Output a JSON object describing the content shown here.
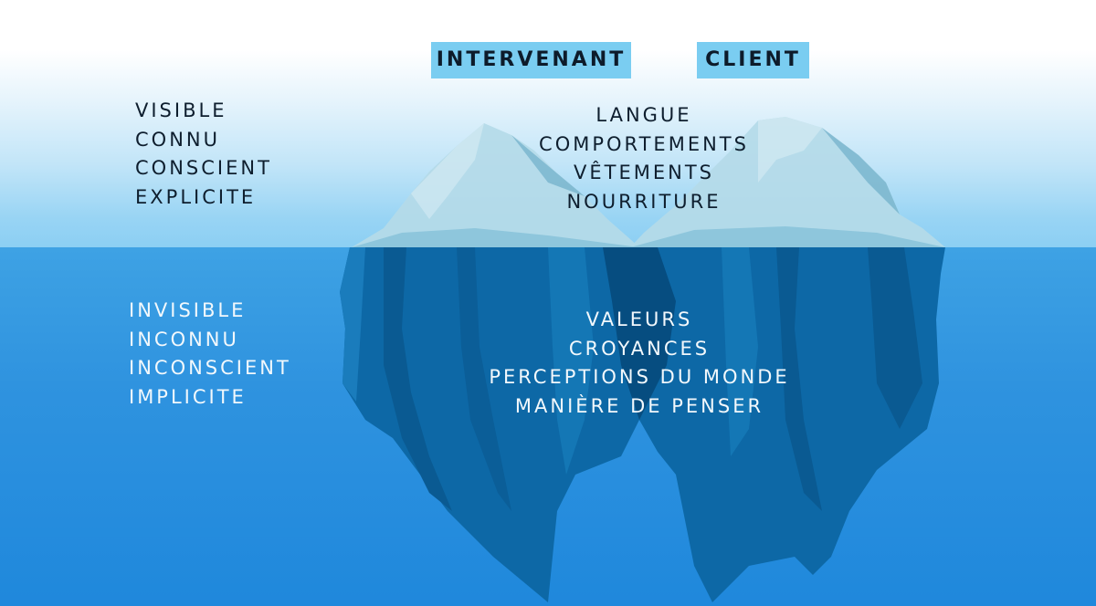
{
  "colors": {
    "tag_bg": "#7acdf1",
    "sky_top": "#ffffff",
    "sky_bottom": "#8ccff3",
    "sea_top": "#3ea2e4",
    "sea_bottom": "#1f88dc",
    "ice_above": "#a9d6e6",
    "ice_below": "#0f66a0",
    "text_dark": "#0e1e2e",
    "text_light": "#f2f8fc"
  },
  "header": {
    "tags": [
      {
        "label": "INTERVENANT"
      },
      {
        "label": "CLIENT"
      }
    ]
  },
  "above_water": {
    "left_labels": [
      "VISIBLE",
      "CONNU",
      "CONSCIENT",
      "EXPLICITE"
    ],
    "center_labels": [
      "LANGUE",
      "COMPORTEMENTS",
      "VÊTEMENTS",
      "NOURRITURE"
    ]
  },
  "below_water": {
    "left_labels": [
      "INVISIBLE",
      "INCONNU",
      "INCONSCIENT",
      "IMPLICITE"
    ],
    "center_labels": [
      "VALEURS",
      "CROYANCES",
      "PERCEPTIONS DU MONDE",
      "MANIÈRE DE PENSER"
    ]
  }
}
